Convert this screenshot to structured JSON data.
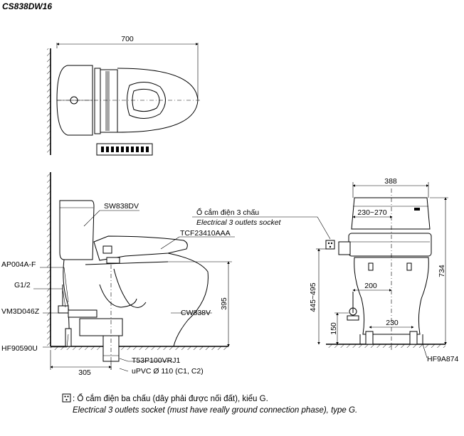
{
  "title": "CS838DW16",
  "top_view": {
    "dim_width": "700"
  },
  "side_view": {
    "labels": {
      "seat": "SW838DV",
      "hose": "TCF23410AAA",
      "valve": "AP004A-F",
      "thread": "G1/2",
      "stop": "VM3D046Z",
      "bolt": "HF90590U",
      "bowl": "CW838V",
      "flange": "T53P100VRJ1",
      "pipe": "uPVC Ø 110 (C1, C2)"
    },
    "dims": {
      "rough_in": "305",
      "height": "395"
    }
  },
  "front_view": {
    "labels": {
      "socket_vi": "Ổ cắm điện 3 chấu",
      "socket_en": "Electrical 3 outlets socket",
      "fixing": "HF9A874"
    },
    "dims": {
      "width": "388",
      "socket_range": "230~270",
      "total_height": "734",
      "socket_height": "445~495",
      "supply_offset": "200",
      "supply_height": "150",
      "bolt_span": "230"
    }
  },
  "note": {
    "line_vi": ": Ổ cắm điện ba chấu (dây phải được nối đất), kiểu G.",
    "line_en": "Electrical 3 outlets socket (must have really ground connection phase), type G."
  }
}
